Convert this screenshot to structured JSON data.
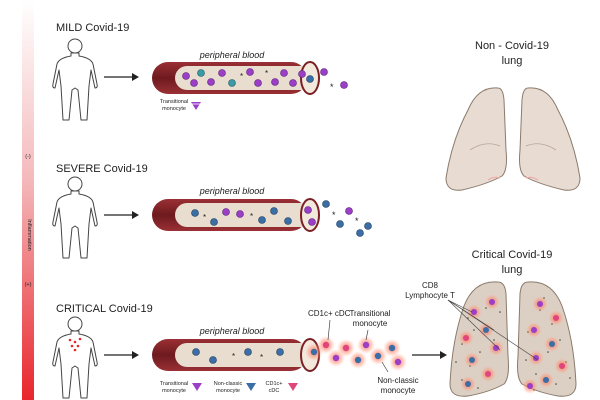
{
  "sidebar": {
    "minus_label": "(-)",
    "axis_label": "Inflammation",
    "plus_label": "(+)"
  },
  "rows": [
    {
      "title": "MILD  Covid-19",
      "vessel_label": "peripheral blood"
    },
    {
      "title": "SEVERE  Covid-19",
      "vessel_label": "peripheral blood"
    },
    {
      "title": "CRITICAL  Covid-19",
      "vessel_label": "peripheral blood"
    }
  ],
  "mild_legend": {
    "line1": "Transitional",
    "line2": "monocyte"
  },
  "critical_legend": [
    {
      "line1": "Transitional",
      "line2": "monocyte",
      "color": "#9b3fc7"
    },
    {
      "line1": "Non-classic",
      "line2": "monocyte",
      "color": "#3a6ea5"
    },
    {
      "line1": "CD1c+",
      "line2": "cDC",
      "color": "#e0457b"
    }
  ],
  "critical_callouts": {
    "cd1c": "CD1c+ cDC",
    "transitional_line1": "Transitional",
    "transitional_line2": "monocyte",
    "nonclassic_line1": "Non-classic",
    "nonclassic_line2": "monocyte"
  },
  "lungs": {
    "normal_title_line1": "Non - Covid-19",
    "normal_title_line2": "lung",
    "critical_title_line1": "Critical Covid-19",
    "critical_title_line2": "lung",
    "cd8_line1": "CD8",
    "cd8_line2": "Lymphocyte T"
  },
  "colors": {
    "vessel_wall": "#7a1f23",
    "vessel_lumen": "#e9ddcf",
    "transitional_monocyte": "#9b3fc7",
    "nonclassic_monocyte": "#3a6ea5",
    "cd1c_cdc": "#e0457b",
    "gradient_top": "#ffffff",
    "gradient_bottom": "#e8262c",
    "lung_fill": "#e8dcd2",
    "critical_lung_fill": "#dcd0c4"
  }
}
